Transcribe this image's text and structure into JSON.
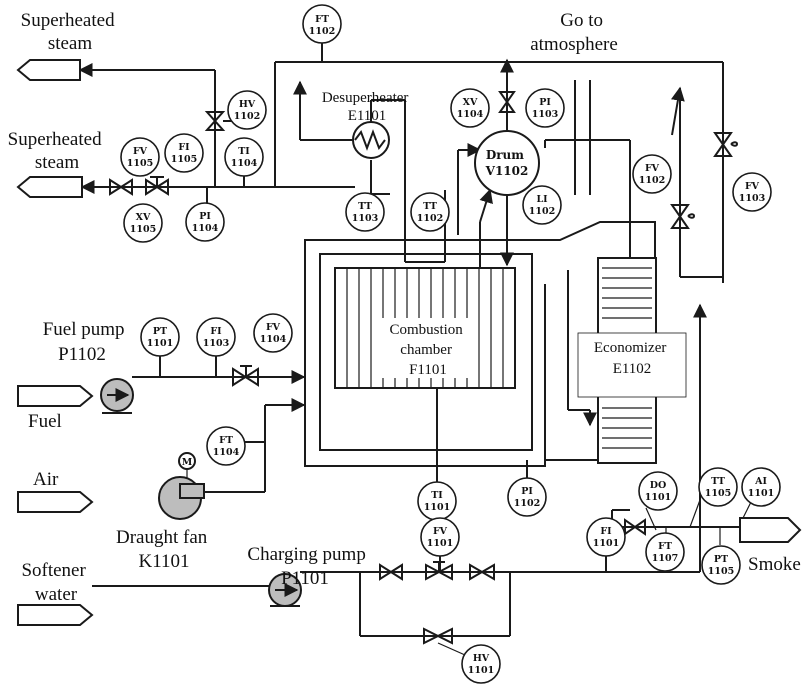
{
  "labels": {
    "superheated_steam_1": [
      "Superheated",
      "steam"
    ],
    "superheated_steam_2": [
      "Superheated",
      "steam"
    ],
    "go_to_atmosphere": [
      "Go to",
      "atmosphere"
    ],
    "desuperheater": [
      "Desuperheater",
      "E1101"
    ],
    "combustion_chamber": [
      "Combustion",
      "chamber",
      "F1101"
    ],
    "economizer": [
      "Economizer",
      "E1102"
    ],
    "fuel_pump": [
      "Fuel pump",
      "P1102"
    ],
    "fuel": "Fuel",
    "air": "Air",
    "draught_fan": [
      "Draught fan",
      "K1101"
    ],
    "softener_water": [
      "Softener",
      "water"
    ],
    "charging_pump": [
      "Charging pump",
      "P1101"
    ],
    "smoke": "Smoke",
    "drum": [
      "Drum",
      "V1102"
    ],
    "motor": "M"
  },
  "instruments": [
    {
      "id": "ft1102",
      "l1": "FT",
      "l2": "1102"
    },
    {
      "id": "hv1102",
      "l1": "HV",
      "l2": "1102"
    },
    {
      "id": "ti1104",
      "l1": "TI",
      "l2": "1104"
    },
    {
      "id": "fv1105",
      "l1": "FV",
      "l2": "1105"
    },
    {
      "id": "fi1105",
      "l1": "FI",
      "l2": "1105"
    },
    {
      "id": "xv1105",
      "l1": "XV",
      "l2": "1105"
    },
    {
      "id": "pi1104",
      "l1": "PI",
      "l2": "1104"
    },
    {
      "id": "xv1104",
      "l1": "XV",
      "l2": "1104"
    },
    {
      "id": "pi1103",
      "l1": "PI",
      "l2": "1103"
    },
    {
      "id": "li1102",
      "l1": "LI",
      "l2": "1102"
    },
    {
      "id": "tt1103",
      "l1": "TT",
      "l2": "1103"
    },
    {
      "id": "tt1102",
      "l1": "TT",
      "l2": "1102"
    },
    {
      "id": "fv1102",
      "l1": "FV",
      "l2": "1102"
    },
    {
      "id": "fv1103",
      "l1": "FV",
      "l2": "1103"
    },
    {
      "id": "pt1101",
      "l1": "PT",
      "l2": "1101"
    },
    {
      "id": "fi1103",
      "l1": "FI",
      "l2": "1103"
    },
    {
      "id": "fv1104",
      "l1": "FV",
      "l2": "1104"
    },
    {
      "id": "ft1104",
      "l1": "FT",
      "l2": "1104"
    },
    {
      "id": "ti1101",
      "l1": "TI",
      "l2": "1101"
    },
    {
      "id": "pi1102",
      "l1": "PI",
      "l2": "1102"
    },
    {
      "id": "do1101",
      "l1": "DO",
      "l2": "1101"
    },
    {
      "id": "tt1105",
      "l1": "TT",
      "l2": "1105"
    },
    {
      "id": "ai1101",
      "l1": "AI",
      "l2": "1101"
    },
    {
      "id": "ft1107",
      "l1": "FT",
      "l2": "1107"
    },
    {
      "id": "pt1105",
      "l1": "PT",
      "l2": "1105"
    },
    {
      "id": "fi1101",
      "l1": "FI",
      "l2": "1101"
    },
    {
      "id": "fv1101",
      "l1": "FV",
      "l2": "1101"
    },
    {
      "id": "hv1101",
      "l1": "HV",
      "l2": "1101"
    }
  ]
}
